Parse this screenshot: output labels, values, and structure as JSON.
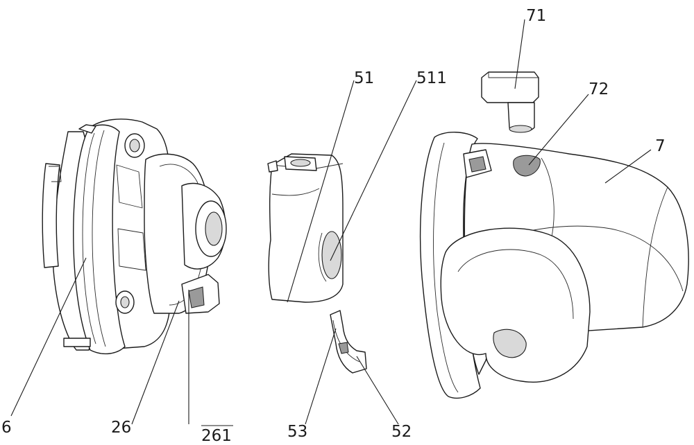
{
  "labels": {
    "l6": "6",
    "l26": "26",
    "l261": "261",
    "l51": "51",
    "l511": "511",
    "l52": "52",
    "l53": "53",
    "l7": "7",
    "l71": "71",
    "l72": "72"
  }
}
